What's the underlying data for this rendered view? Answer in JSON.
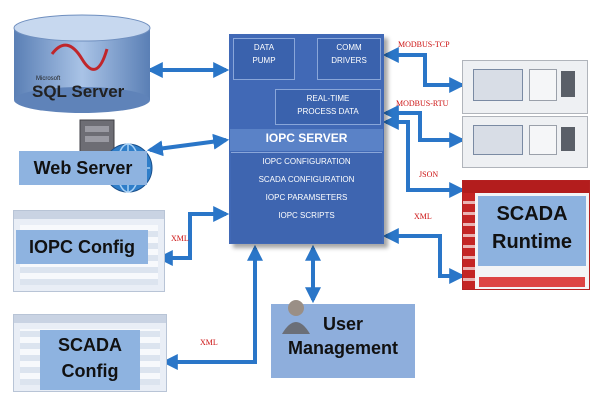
{
  "server": {
    "data_pump": [
      "DATA",
      "PUMP"
    ],
    "comm_drivers": [
      "COMM",
      "DRIVERS"
    ],
    "realtime": [
      "REAL-TIME",
      "PROCESS DATA"
    ],
    "title": "IOPC SERVER",
    "items": [
      "IOPC CONFIGURATION",
      "SCADA CONFIGURATION",
      "IOPC PARAMSETERS",
      "IOPC SCRIPTS"
    ]
  },
  "sql": {
    "brand_small": "Microsoft",
    "brand": "SQL Server"
  },
  "web_server": {
    "label": "Web Server"
  },
  "iopc_config": {
    "label": "IOPC Config"
  },
  "scada_config": {
    "label_line1": "SCADA",
    "label_line2": "Config"
  },
  "user_mgmt": {
    "label_line1": "User",
    "label_line2": "Management"
  },
  "scada_runtime": {
    "label_line1": "SCADA",
    "label_line2": "Runtime"
  },
  "protocols": {
    "modbus_tcp": "MODBUS-TCP",
    "modbus_rtu": "MODBUS-RTU",
    "json": "JSON",
    "xml_runtime": "XML",
    "xml_iopc": "XML",
    "xml_scada": "XML"
  },
  "colors": {
    "arrow": "#2a76c8",
    "protocol_text": "#cc1111",
    "server": "#4169b6"
  }
}
